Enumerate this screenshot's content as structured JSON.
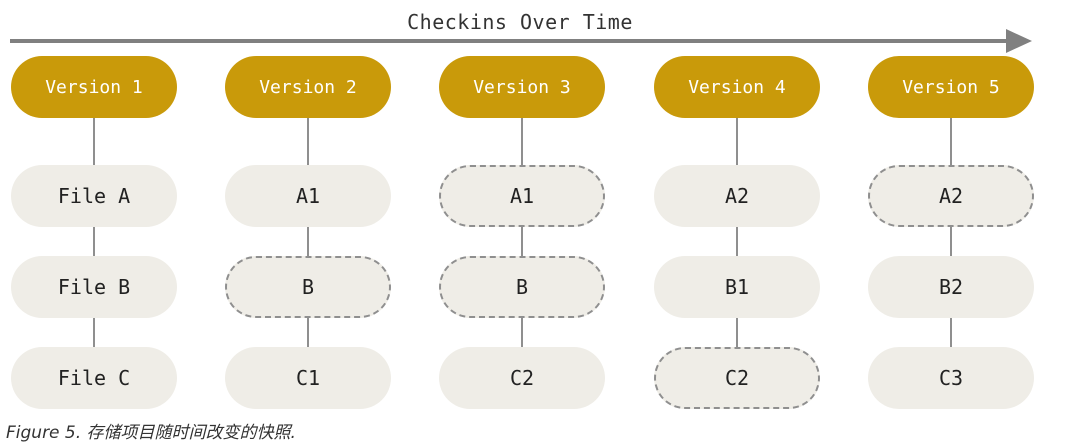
{
  "timeline": {
    "title": "Checkins Over Time"
  },
  "versions": [
    {
      "label": "Version 1",
      "files": [
        {
          "label": "File A",
          "unchanged": false
        },
        {
          "label": "File B",
          "unchanged": false
        },
        {
          "label": "File C",
          "unchanged": false
        }
      ]
    },
    {
      "label": "Version 2",
      "files": [
        {
          "label": "A1",
          "unchanged": false
        },
        {
          "label": "B",
          "unchanged": true
        },
        {
          "label": "C1",
          "unchanged": false
        }
      ]
    },
    {
      "label": "Version 3",
      "files": [
        {
          "label": "A1",
          "unchanged": true
        },
        {
          "label": "B",
          "unchanged": true
        },
        {
          "label": "C2",
          "unchanged": false
        }
      ]
    },
    {
      "label": "Version 4",
      "files": [
        {
          "label": "A2",
          "unchanged": false
        },
        {
          "label": "B1",
          "unchanged": false
        },
        {
          "label": "C2",
          "unchanged": true
        }
      ]
    },
    {
      "label": "Version 5",
      "files": [
        {
          "label": "A2",
          "unchanged": true
        },
        {
          "label": "B2",
          "unchanged": false
        },
        {
          "label": "C3",
          "unchanged": false
        }
      ]
    }
  ],
  "caption": {
    "text": "Figure 5. 存储项目随时间改变的快照."
  },
  "colors": {
    "version_fill": "#c99a0a",
    "file_fill": "#efede7",
    "arrow": "#808080",
    "connector": "#8f8f8f",
    "dashed_border": "#8f8f8f"
  }
}
